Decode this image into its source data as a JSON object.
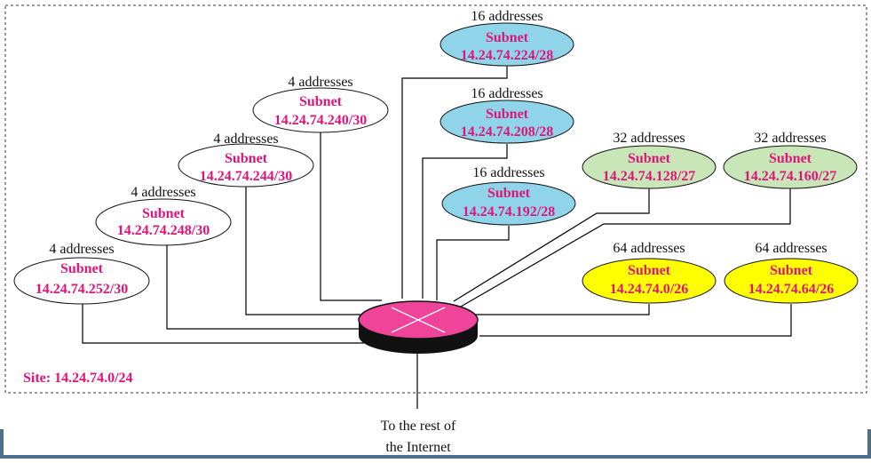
{
  "site_label": "Site: 14.24.74.0/24",
  "internet_label": [
    "To the rest of",
    "the Internet"
  ],
  "colors": {
    "magenta": "#e0157a",
    "blue": "#8fd4e8",
    "green": "#c9e6b9",
    "yellow": "#ffff00",
    "white": "#ffffff",
    "router_top": "#f0449a",
    "router_body": "#111111"
  },
  "subnets": [
    {
      "id": "s252",
      "count": "4 addresses",
      "title": "Subnet",
      "address": "14.24.74.252/30",
      "fill": "white"
    },
    {
      "id": "s248",
      "count": "4 addresses",
      "title": "Subnet",
      "address": "14.24.74.248/30",
      "fill": "white"
    },
    {
      "id": "s244",
      "count": "4 addresses",
      "title": "Subnet",
      "address": "14.24.74.244/30",
      "fill": "white"
    },
    {
      "id": "s240",
      "count": "4 addresses",
      "title": "Subnet",
      "address": "14.24.74.240/30",
      "fill": "white"
    },
    {
      "id": "s224",
      "count": "16 addresses",
      "title": "Subnet",
      "address": "14.24.74.224/28",
      "fill": "blue"
    },
    {
      "id": "s208",
      "count": "16 addresses",
      "title": "Subnet",
      "address": "14.24.74.208/28",
      "fill": "blue"
    },
    {
      "id": "s192",
      "count": "16 addresses",
      "title": "Subnet",
      "address": "14.24.74.192/28",
      "fill": "blue"
    },
    {
      "id": "s128",
      "count": "32 addresses",
      "title": "Subnet",
      "address": "14.24.74.128/27",
      "fill": "green"
    },
    {
      "id": "s160",
      "count": "32 addresses",
      "title": "Subnet",
      "address": "14.24.74.160/27",
      "fill": "green"
    },
    {
      "id": "s0",
      "count": "64 addresses",
      "title": "Subnet",
      "address": "14.24.74.0/26",
      "fill": "yellow"
    },
    {
      "id": "s64",
      "count": "64 addresses",
      "title": "Subnet",
      "address": "14.24.74.64/26",
      "fill": "yellow"
    }
  ]
}
